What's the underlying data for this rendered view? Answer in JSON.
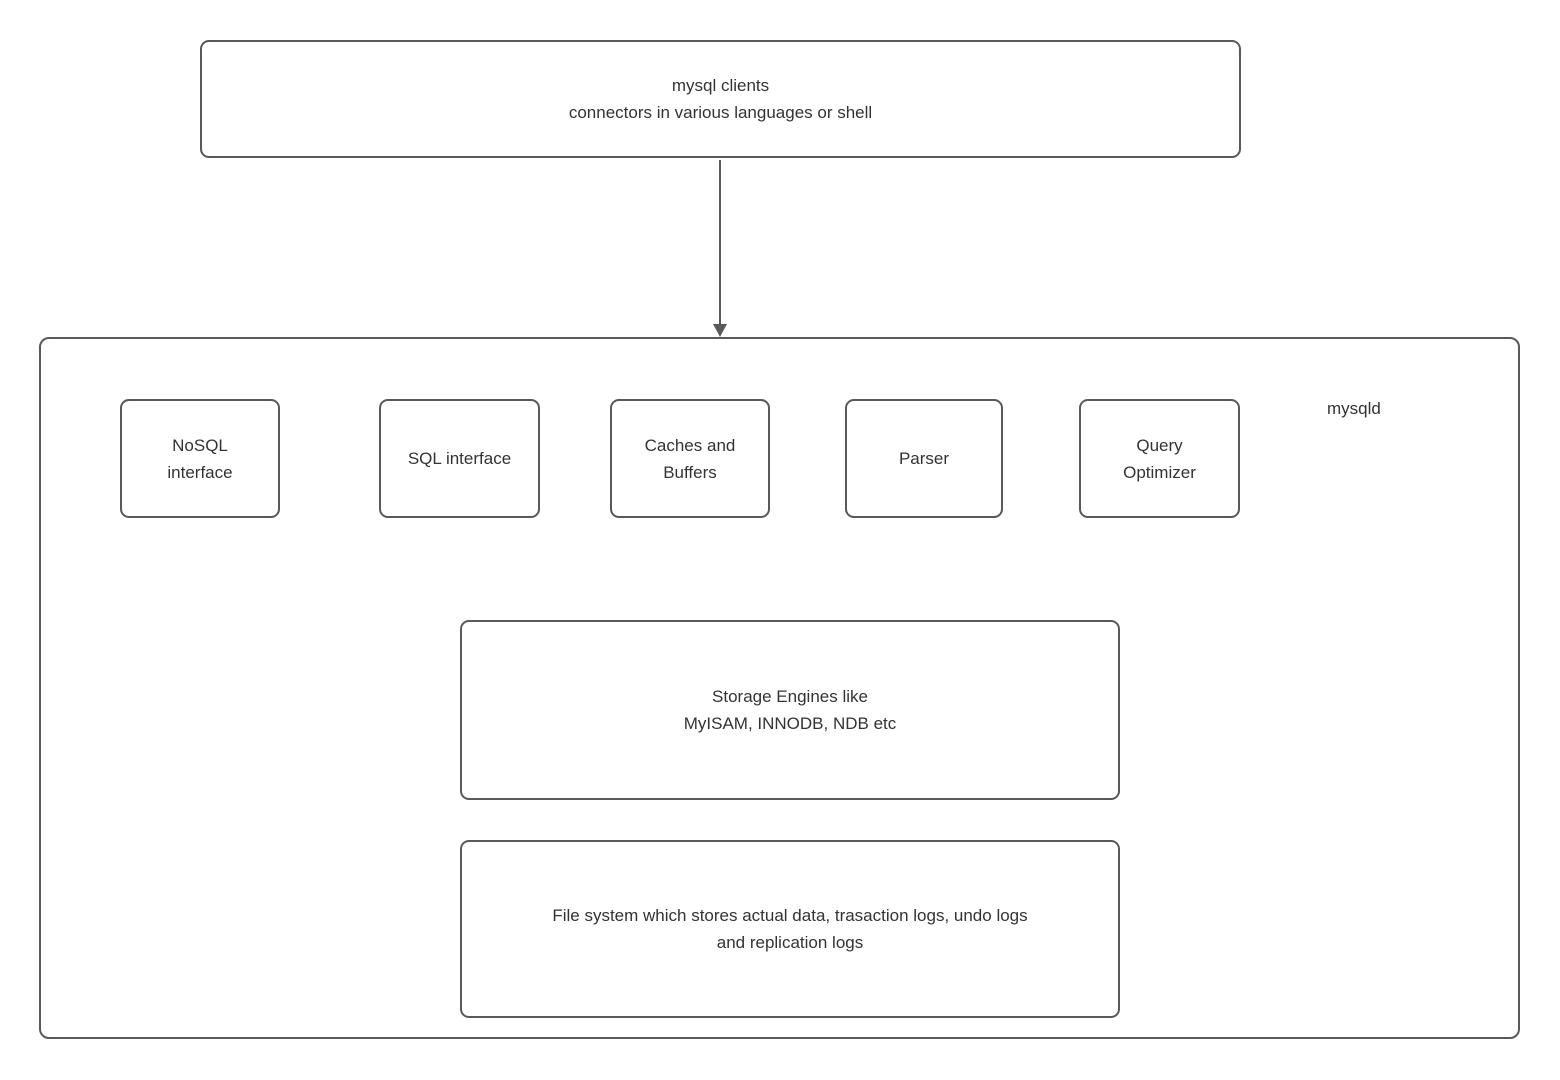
{
  "clients_box": {
    "line1": "mysql clients",
    "line2": "connectors in various languages or shell"
  },
  "mysqld_label": "mysqld",
  "components": [
    {
      "name": "nosql-interface",
      "lines": [
        "NoSQL",
        "interface"
      ]
    },
    {
      "name": "sql-interface",
      "lines": [
        "SQL interface"
      ]
    },
    {
      "name": "caches-buffers",
      "lines": [
        "Caches and",
        "Buffers"
      ]
    },
    {
      "name": "parser",
      "lines": [
        "Parser"
      ]
    },
    {
      "name": "query-optimizer",
      "lines": [
        "Query",
        "Optimizer"
      ]
    }
  ],
  "storage_box": {
    "line1": "Storage Engines like",
    "line2": "MyISAM, INNODB, NDB etc"
  },
  "filesystem_box": {
    "line1": "File system which stores actual data, trasaction logs, undo logs",
    "line2": "and replication logs"
  },
  "colors": {
    "border": "#595959",
    "text": "#333333",
    "background": "#ffffff"
  }
}
